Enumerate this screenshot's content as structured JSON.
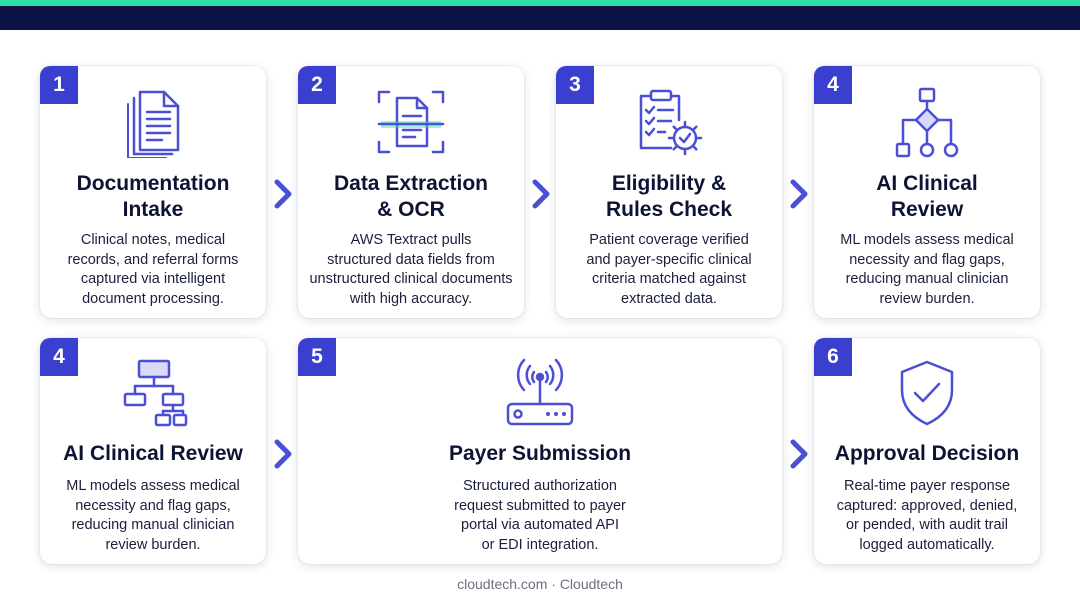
{
  "colors": {
    "accent": "#2fe0a6",
    "navy": "#0c1445",
    "badge": "#3a3fd0",
    "icon": "#4a4fd6"
  },
  "cards": [
    {
      "number": "1",
      "title_line1": "Documentation",
      "title_line2": "Intake",
      "icon": "documents-icon",
      "description": [
        "Clinical notes, medical",
        "records, and referral forms",
        "captured via intelligent",
        "document processing."
      ]
    },
    {
      "number": "2",
      "title_line1": "Data Extraction",
      "title_line2": "& OCR",
      "icon": "document-scan-icon",
      "description": [
        "AWS Textract pulls",
        "structured data fields from",
        "unstructured clinical documents",
        "with high accuracy."
      ]
    },
    {
      "number": "3",
      "title_line1": "Eligibility &",
      "title_line2": "Rules Check",
      "icon": "checklist-gear-icon",
      "description": [
        "Patient coverage verified",
        "and payer-specific clinical",
        "criteria matched against",
        "extracted data."
      ]
    },
    {
      "number": "4",
      "title_line1": "AI Clinical",
      "title_line2": "Review",
      "icon": "decision-flow-icon",
      "description": [
        "ML models assess medical",
        "necessity and flag gaps,",
        "reducing manual clinician",
        "review burden."
      ]
    },
    {
      "number": "4",
      "title": "AI Clinical Review",
      "icon": "hierarchy-icon",
      "description": [
        "ML models assess medical",
        "necessity and flag gaps,",
        "reducing manual clinician",
        "review burden."
      ]
    },
    {
      "number": "5",
      "title": "Payer Submission",
      "icon": "router-icon",
      "description": [
        "Structured authorization",
        "request submitted to payer",
        "portal via automated API",
        "or EDI integration."
      ]
    },
    {
      "number": "6",
      "title": "Approval Decision",
      "icon": "shield-check-icon",
      "description": [
        "Real-time payer response",
        "captured: approved, denied,",
        "or pended, with audit trail",
        "logged automatically."
      ]
    }
  ],
  "footer": "cloudtech.com · Cloudtech"
}
